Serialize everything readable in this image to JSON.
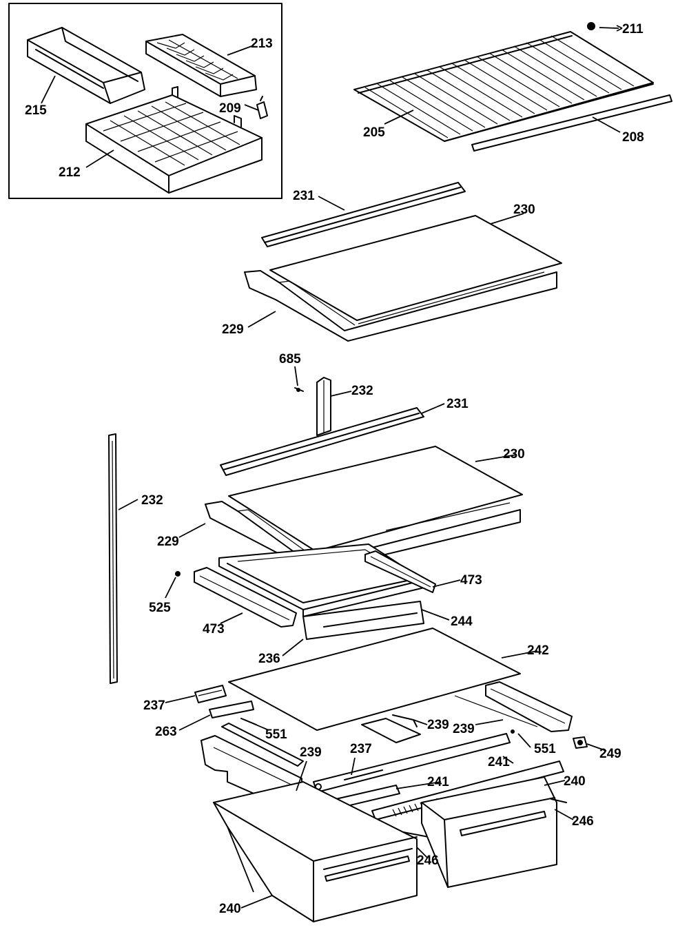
{
  "callouts": {
    "c211": "211",
    "c213": "213",
    "c215": "215",
    "c209": "209",
    "c212": "212",
    "c205": "205",
    "c208": "208",
    "c231a": "231",
    "c230a": "230",
    "c229a": "229",
    "c685": "685",
    "c232a": "232",
    "c231b": "231",
    "c230b": "230",
    "c232b": "232",
    "c229b": "229",
    "c473a": "473",
    "c525": "525",
    "c473b": "473",
    "c244": "244",
    "c236": "236",
    "c242": "242",
    "c237a": "237",
    "c263": "263",
    "c551a": "551",
    "c239a": "239",
    "c239b": "239",
    "c249": "249",
    "c237b": "237",
    "c551b": "551",
    "c241a": "241",
    "c240a": "240",
    "c239c": "239",
    "c241b": "241",
    "c246a": "246",
    "c246b": "246",
    "c240b": "240"
  }
}
